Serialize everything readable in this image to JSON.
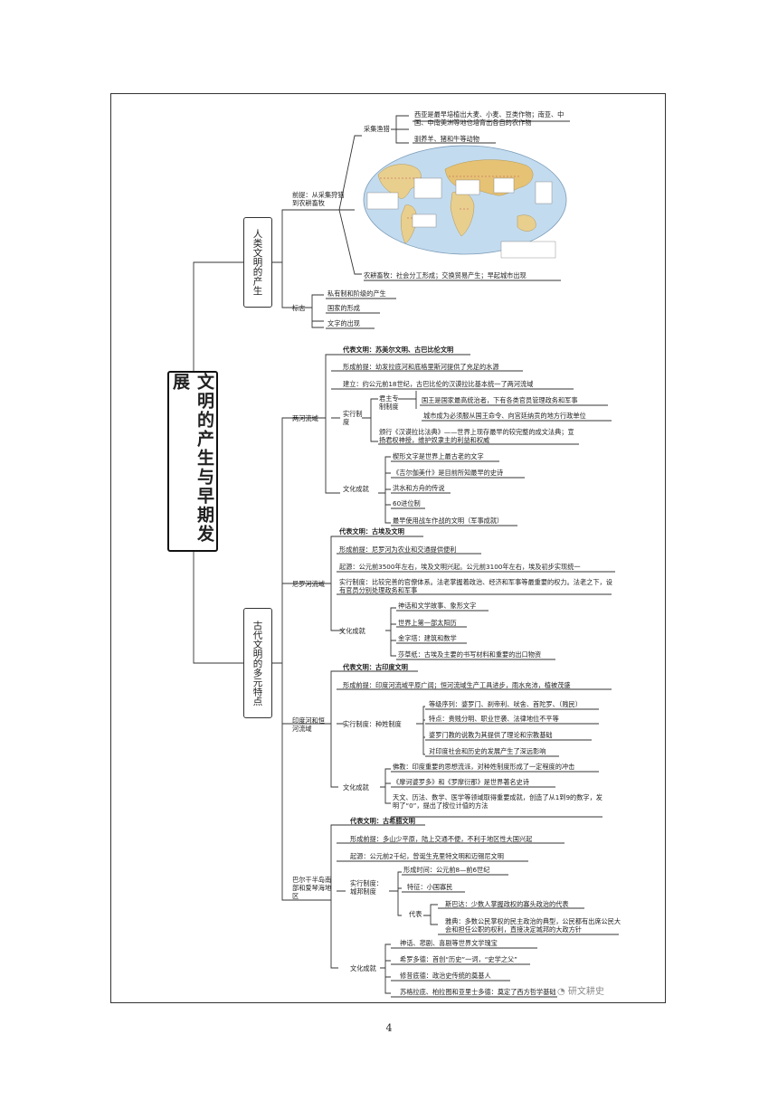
{
  "root": "文明的产生与早期发展",
  "branch1": {
    "title": "人类文明的产生",
    "premise": "前提：从采集狩猎到农耕畜牧",
    "gathering": "采集渔猎",
    "crops": "西亚是最早培植出大麦、小麦、豆类作物；南亚、中国、中南美洲等地也培育出各自的农作物",
    "animals": "驯养羊、猪和牛等动物",
    "farming": "农耕畜牧：社会分工形成；交换贸易产生；早起城市出现",
    "sign": "标志",
    "signs": [
      "私有制和阶级的产生",
      "国家的形成",
      "文字的出现"
    ]
  },
  "branch2": {
    "title": "古代文明的多元特点",
    "meso": {
      "region": "两河流域",
      "rep": "代表文明：苏美尔文明、古巴比伦文明",
      "premise": "形成前提：幼发拉底河和底格里斯河提供了充足的水源",
      "founded": "建立：约公元前18世纪，古巴比伦的汉谟拉比基本统一了两河流域",
      "system": "实行制度",
      "autocracy": "君主专制制度",
      "king": "国王是国家最高统治者，下有各类官员管理政务和军事",
      "city": "城市成为必须服从国王命令、向宫廷纳贡的地方行政单位",
      "code": "颁行《汉谟拉比法典》——世界上现存最早的较完整的成文法典；宣扬君权神授，维护奴隶主的利益和权威",
      "culture": "文化成就",
      "achievements": [
        "楔形文字是世界上最古老的文字",
        "《吉尔伽美什》是目前所知最早的史诗",
        "洪水和方舟的传说",
        "60进位制",
        "最早使用战车作战的文明（军事成就）"
      ]
    },
    "nile": {
      "region": "尼罗河流域",
      "rep": "代表文明：古埃及文明",
      "premise": "形成前提：尼罗河为农业和交通提供便利",
      "origin": "起源：公元前3500年左右，埃及文明兴起。公元前3100年左右，埃及初步实现统一",
      "system": "实行制度：比较完善的官僚体系。法老掌握着政治、经济和军事等最重要的权力。法老之下，设有官员分别处理政务和军事",
      "culture": "文化成就",
      "achievements": [
        "神话和文学故事、象形文字",
        "世界上第一部太阳历",
        "金字塔：建筑和数学",
        "莎草纸：古埃及主要的书写材料和重要的出口物资"
      ]
    },
    "india": {
      "region": "印度河和恒河流域",
      "rep": "代表文明：古印度文明",
      "premise": "形成前提：印度河流域平原广阔；恒河流域生产工具进步，雨水充沛，植被茂盛",
      "system": "实行制度：种姓制度",
      "caste": [
        "等级序列：婆罗门、刹帝利、吠舍、首陀罗、（贱民）",
        "特点：贵贱分明、职业世袭、法律地位不平等",
        "婆罗门教的说教为其提供了理论和宗教基础",
        "对印度社会和历史的发展产生了深远影响"
      ],
      "culture": "文化成就",
      "achievements": [
        "佛教：印度重要的思想流派，对种姓制度形成了一定程度的冲击",
        "《摩诃婆罗多》和《罗摩衍那》是世界著名史诗",
        "天文、历法、数学、医学等领域取得重要成就，创造了从1到9的数字，发明了“0”，提出了按位计值的方法"
      ]
    },
    "greece": {
      "region": "巴尔干半岛南部和爱琴海地区",
      "rep": "代表文明：古希腊文明",
      "premise": "形成前提：多山少平原，陆上交通不便，不利于地区性大国兴起",
      "origin": "起源：公元前2千纪，曾诞生克里特文明和迈锡尼文明",
      "system": "实行制度：城邦制度",
      "period": "形成时间：公元前8—前6世纪",
      "feature": "特征：小国寡民",
      "rep_label": "代表",
      "sparta": "斯巴达：少数人掌握政权的寡头政治的代表",
      "athens": "雅典：多数公民掌权的民主政治的典型，公民都有出席公民大会和担任公职的权利，直接决定城邦的大政方针",
      "culture": "文化成就",
      "achievements": [
        "神话、悲剧、喜剧等世界文学瑰宝",
        "希罗多德：首创“历史”一词，“史学之父”",
        "修昔底德：政治史传统的奠基人",
        "苏格拉底、柏拉图和亚里士多德：奠定了西方哲学基础"
      ]
    }
  },
  "watermark": "研文耕史",
  "page_number": "4"
}
